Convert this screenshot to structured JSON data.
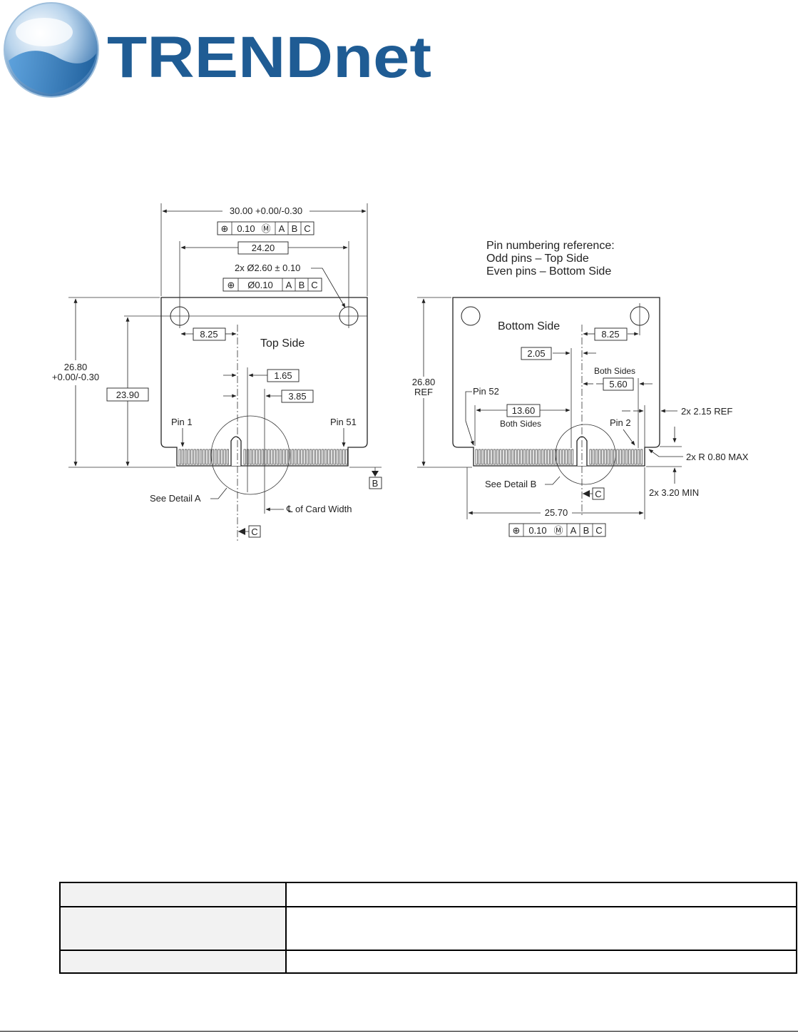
{
  "logo": {
    "wordmark": "TRENDnet",
    "colors": {
      "brand_blue": "#1f5c94",
      "sphere_light": "#cfe3f3",
      "sphere_dark": "#2e6fae"
    }
  },
  "drawing": {
    "top_view": {
      "overall_width": "30.00 +0.00/-0.30",
      "fcf_width": [
        "⊕",
        "0.10",
        "Ⓜ",
        "A",
        "B",
        "C"
      ],
      "hole_spacing": "24.20",
      "hole_callout": "2x Ø2.60 ± 0.10",
      "fcf_holes": [
        "⊕",
        "Ø0.10",
        "A",
        "B",
        "C"
      ],
      "dim_825": "8.25",
      "side_label": "Top Side",
      "dim_165": "1.65",
      "dim_385": "3.85",
      "height_label": "26.80",
      "height_tol": "+0.00/-0.30",
      "dim_2390": "23.90",
      "pin1": "Pin 1",
      "pin51": "Pin 51",
      "datum_b": "B",
      "detail_a": "See Detail A",
      "card_width_cl": "℄ of Card Width",
      "datum_c": "C"
    },
    "bottom_view": {
      "pin_ref_title": "Pin numbering reference:",
      "pin_ref_odd": "Odd pins – Top Side",
      "pin_ref_even": "Even pins  – Bottom Side",
      "side_label": "Bottom Side",
      "dim_825": "8.25",
      "dim_205": "2.05",
      "both_sides_1": "Both Sides",
      "dim_560": "5.60",
      "ref_height": "26.80",
      "ref_label": "REF",
      "pin52": "Pin 52",
      "dim_1360": "13.60",
      "both_sides_2": "Both Sides",
      "pin2": "Pin 2",
      "ref_215": "2x 2.15 REF",
      "radius": "2x R 0.80 MAX",
      "detail_b": "See Detail B",
      "datum_c": "C",
      "min_320": "2x 3.20 MIN",
      "dim_2570": "25.70",
      "fcf_bottom": [
        "⊕",
        "0.10",
        "Ⓜ",
        "A",
        "B",
        "C"
      ]
    }
  }
}
